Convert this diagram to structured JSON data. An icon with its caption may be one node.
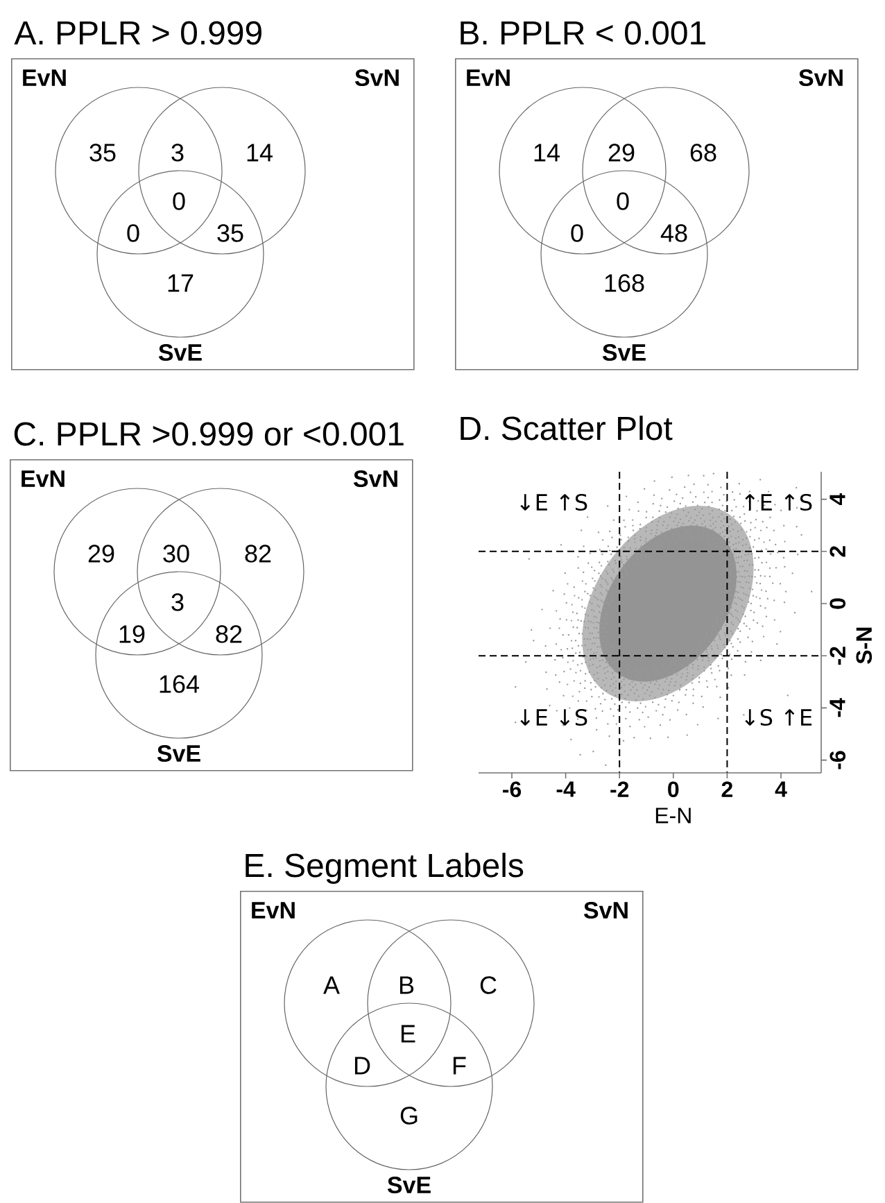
{
  "diagram": {
    "nodes": [
      {
        "text": [
          "A. PPLR > 0.999",
          "EvN",
          "SvN",
          "SvE"
        ]
      },
      {
        "text": [],
        "shape": "circle",
        "in": 0
      },
      {
        "text": [],
        "shape": "circle",
        "in": 0
      },
      {
        "text": [],
        "shape": "circle",
        "in": 0
      },
      {
        "text": [
          "B. PPLR < 0.001",
          "EvN",
          "SvN",
          "SvE"
        ]
      },
      {
        "text": [],
        "shape": "circle",
        "in": 4
      },
      {
        "text": [],
        "shape": "circle",
        "in": 4
      },
      {
        "text": [],
        "shape": "circle",
        "in": 4
      },
      {
        "text": [
          "C. PPLR >0.999 or <0.001",
          "EvN",
          "SvN",
          "SvE"
        ]
      },
      {
        "text": [],
        "shape": "circle",
        "in": 8
      },
      {
        "text": [],
        "shape": "circle",
        "in": 8
      },
      {
        "text": [],
        "shape": "circle",
        "in": 8
      },
      {
        "text": [
          "E. Segment Labels",
          "EvN",
          "SvN",
          "SvE"
        ]
      },
      {
        "text": [],
        "shape": "circle",
        "in": 12
      },
      {
        "text": [],
        "shape": "circle",
        "in": 12
      },
      {
        "text": [],
        "shape": "circle",
        "in": 12
      }
    ],
    "labels": [
      "35",
      "3",
      "14",
      "0",
      "0",
      "35",
      "17",
      "14",
      "29",
      "68",
      "0",
      "0",
      "48",
      "168",
      "29",
      "30",
      "82",
      "19",
      "3",
      "82",
      "164",
      "D. Scatter Plot",
      "↓E ↑S",
      "↑E ↑S",
      "↓E ↓S",
      "↓S ↑E",
      "4",
      "2",
      "0",
      "-2",
      "-4",
      "-6",
      "-6",
      "-4",
      "-2",
      "0",
      "2",
      "4",
      "E-N",
      "S-N",
      "A",
      "B",
      "C",
      "D",
      "E",
      "F",
      "G"
    ]
  }
}
